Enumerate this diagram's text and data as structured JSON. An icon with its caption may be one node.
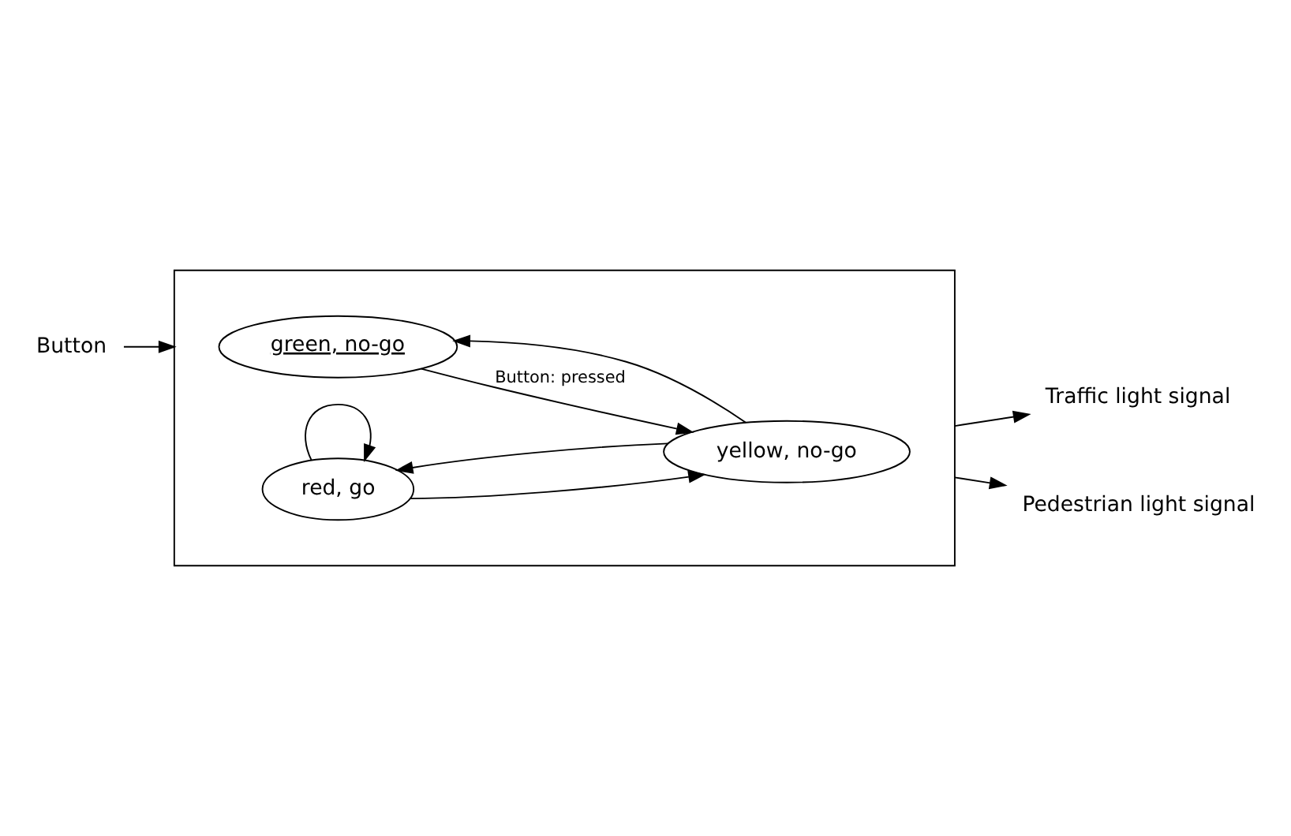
{
  "diagram": {
    "nodes": [
      {
        "text": [],
        "shape": "box"
      },
      {
        "text": [
          "green, no-go"
        ],
        "in": 0
      },
      {
        "text": [
          "yellow, no-go"
        ],
        "in": 0
      },
      {
        "text": [
          "red, go"
        ],
        "in": 0
      },
      {
        "text": [
          "Button"
        ]
      },
      {
        "text": [
          "Traffic light signal"
        ]
      },
      {
        "text": [
          "Pedestrian light signal"
        ]
      }
    ],
    "edges": [
      {
        "from": 1,
        "to": 2,
        "arrow": "to",
        "label": "Button: pressed"
      },
      {
        "from": 2,
        "to": 1,
        "arrow": "to"
      },
      {
        "from": 2,
        "to": 3,
        "arrow": "to"
      },
      {
        "from": 3,
        "to": 2,
        "arrow": "to"
      },
      {
        "from": 3,
        "to": 3,
        "arrow": "to"
      },
      {
        "from": 4,
        "to": 0,
        "arrow": "to"
      },
      {
        "from": 0,
        "to": 5,
        "arrow": "to"
      },
      {
        "from": 0,
        "to": 6,
        "arrow": "to"
      }
    ]
  }
}
